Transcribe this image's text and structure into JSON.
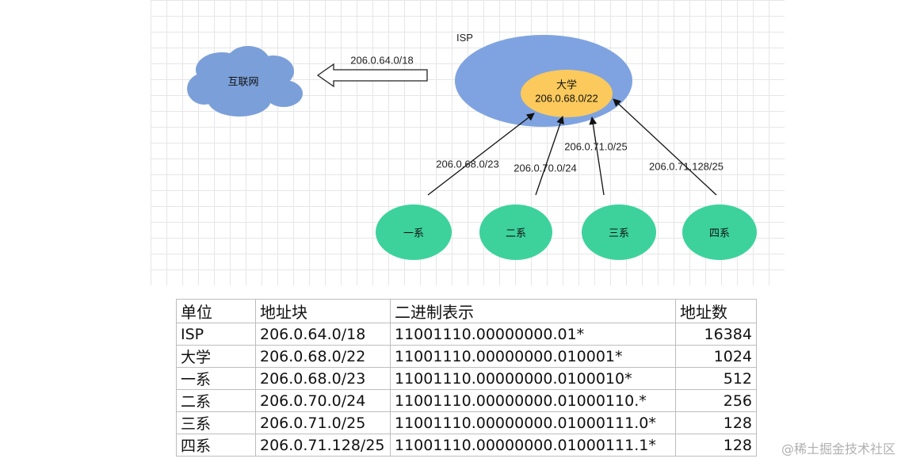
{
  "diagram": {
    "internet_label": "互联网",
    "isp_label": "ISP",
    "isp_to_internet_label": "206.0.64.0/18",
    "university": {
      "name": "大学",
      "block": "206.0.68.0/22"
    },
    "departments": [
      {
        "name": "一系",
        "block": "206.0.68.0/23"
      },
      {
        "name": "二系",
        "block": "206.0.70.0/24"
      },
      {
        "name": "三系",
        "block": "206.0.71.0/25"
      },
      {
        "name": "四系",
        "block": "206.0.71.128/25"
      }
    ],
    "colors": {
      "cloud": "#7b9fd9",
      "isp": "#7fa3e0",
      "university": "#fbc95c",
      "department": "#3dd29c",
      "grid": "#e6e6e6"
    }
  },
  "table": {
    "headers": [
      "单位",
      "地址块",
      "二进制表示",
      "地址数"
    ],
    "rows": [
      [
        "ISP",
        "206.0.64.0/18",
        "11001110.00000000.01*",
        "16384"
      ],
      [
        "大学",
        "206.0.68.0/22",
        "11001110.00000000.010001*",
        "1024"
      ],
      [
        "一系",
        "206.0.68.0/23",
        "11001110.00000000.0100010*",
        "512"
      ],
      [
        "二系",
        "206.0.70.0/24",
        "11001110.00000000.01000110.*",
        "256"
      ],
      [
        "三系",
        "206.0.71.0/25",
        "11001110.00000000.01000111.0*",
        "128"
      ],
      [
        "四系",
        "206.0.71.128/25",
        "11001110.00000000.01000111.1*",
        "128"
      ]
    ]
  },
  "watermark": "@稀土掘金技术社区"
}
